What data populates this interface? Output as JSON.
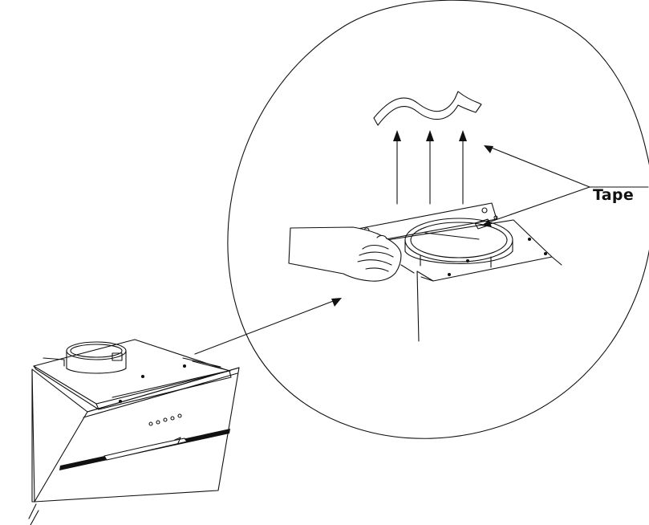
{
  "callout": {
    "label": "Tape"
  },
  "colors": {
    "line": "#111111",
    "background": "#ffffff"
  },
  "icons": [
    "range-hood",
    "hand",
    "tape-strip",
    "pull-arrows",
    "duct-ring"
  ]
}
